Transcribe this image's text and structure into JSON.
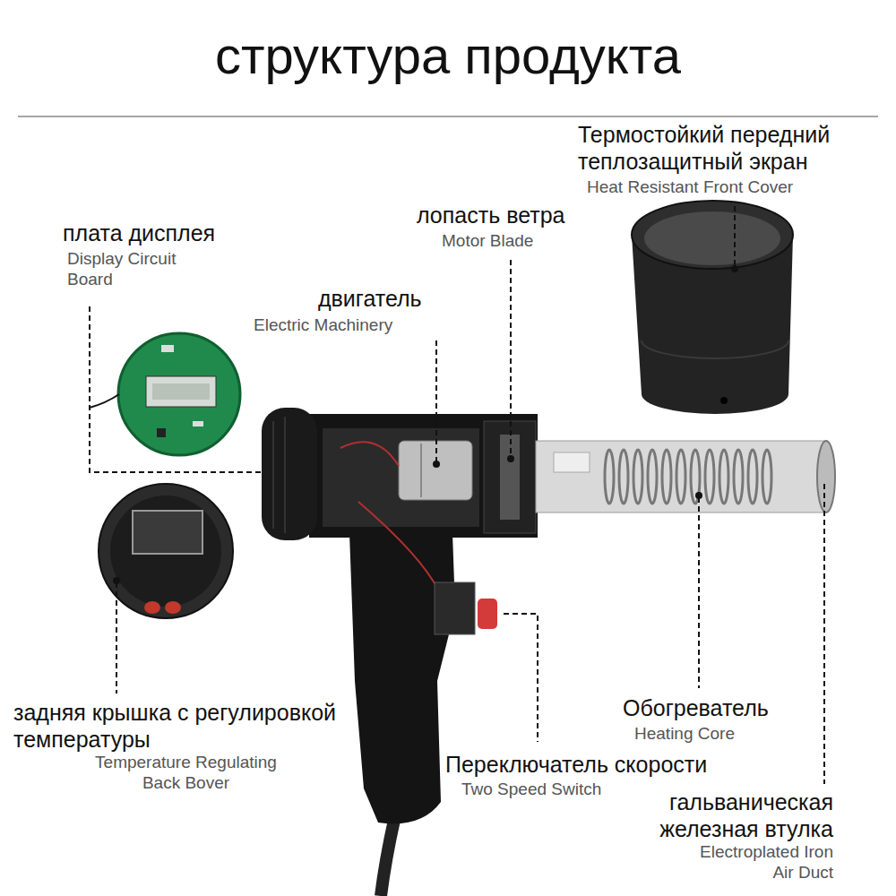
{
  "diagram": {
    "title": "структура продукта",
    "labels": [
      "плата дисплея",
      "Display Circuit Board",
      "лопасть ветра",
      "Motor Blade",
      "двигатель",
      "Electric Machinery",
      "Термостойкий передний теплозащитный экран",
      "Heat Resistant Front Cover",
      "задняя крышка с регулировкой температуры",
      "Temperature Regulating Back Bover",
      "Обогреватель",
      "Heating Core",
      "Переключатель скорости",
      "Two Speed Switch",
      "гальваническая железная втулка",
      "Electroplated Iron Air Duct"
    ]
  }
}
